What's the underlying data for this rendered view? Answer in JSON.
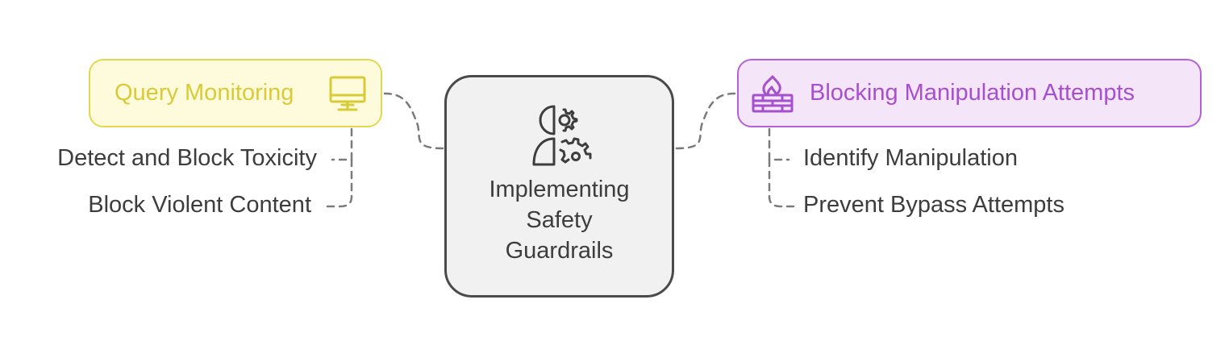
{
  "center": {
    "title_lines": [
      "Implementing",
      "Safety",
      "Guardrails"
    ],
    "icon": "human-gear-icon"
  },
  "branches": [
    {
      "label": "Query Monitoring",
      "icon": "monitor-icon",
      "color": "#e2d84f",
      "fill": "#fdfbdc",
      "children": [
        "Detect and Block Toxicity",
        "Block Violent Content"
      ]
    },
    {
      "label": "Blocking Manipulation Attempts",
      "icon": "firewall-icon",
      "color": "#b560d4",
      "fill": "#f4e6f8",
      "children": [
        "Identify Manipulation",
        "Prevent Bypass Attempts"
      ]
    }
  ],
  "connector_color": "#7a7a7a"
}
